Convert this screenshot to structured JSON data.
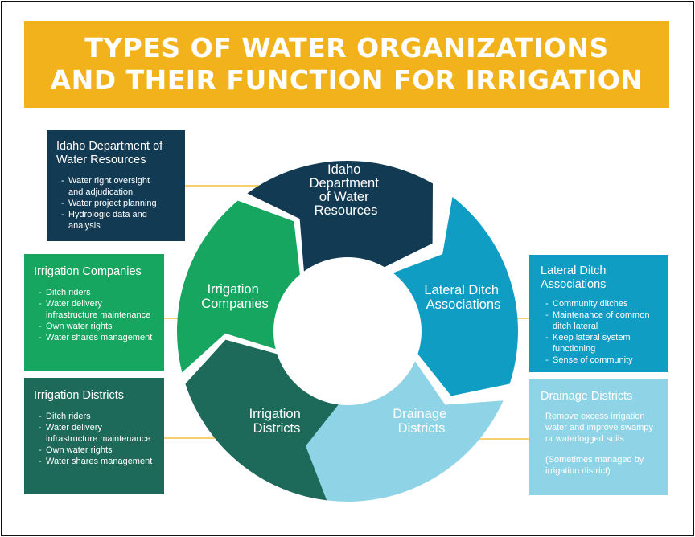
{
  "title": {
    "line1": "TYPES OF WATER ORGANIZATIONS",
    "line2": "AND THEIR FUNCTION FOR IRRIGATION"
  },
  "colors": {
    "banner": "#f2b21b",
    "idwr": "#123a52",
    "irrigation_companies": "#16a660",
    "irrigation_districts": "#1e6a5a",
    "lateral_ditch": "#109dc4",
    "drainage": "#8fd4e6",
    "connector": "#f2b21b"
  },
  "cycle": {
    "idwr": [
      "Idaho",
      "Department",
      "of Water",
      "Resources"
    ],
    "lateral": [
      "Lateral Ditch",
      "Associations"
    ],
    "drainage": [
      "Drainage",
      "Districts"
    ],
    "districts": [
      "Irrigation",
      "Districts"
    ],
    "companies": [
      "Irrigation",
      "Companies"
    ]
  },
  "cards": {
    "idwr": {
      "title_1": "Idaho Department of",
      "title_2": "Water Resources",
      "items": [
        "Water right oversight",
        "and adjudication",
        "Water project planning",
        "Hydrologic data and",
        "analysis"
      ]
    },
    "companies": {
      "title": "Irrigation Companies",
      "items": [
        "Ditch riders",
        "Water delivery",
        "infrastructure maintenance",
        "Own water rights",
        "Water shares management"
      ]
    },
    "districts": {
      "title": "Irrigation Districts",
      "items": [
        "Ditch riders",
        "Water delivery",
        "infrastructure maintenance",
        "Own water rights",
        "Water shares management"
      ]
    },
    "lateral": {
      "title_1": "Lateral Ditch",
      "title_2": "Associations",
      "items": [
        "Community ditches",
        "Maintenance of common",
        "ditch lateral",
        "Keep lateral system",
        "functioning",
        "Sense of community"
      ]
    },
    "drainage": {
      "title": "Drainage Districts",
      "text_1": "Remove excess irrigation",
      "text_2": "water and improve swampy",
      "text_3": "or waterlogged soils",
      "note_1": "(Sometimes managed by",
      "note_2": "irrigation district)"
    }
  }
}
